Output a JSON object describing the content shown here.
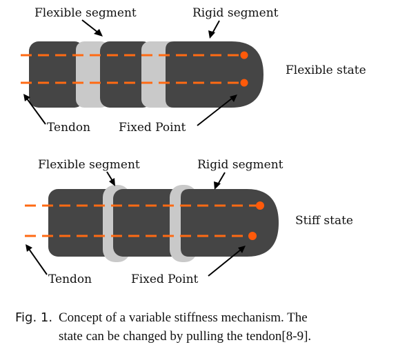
{
  "top_panel": {
    "flexible_segment_label": "Flexible segment",
    "rigid_segment_label": "Rigid segment",
    "state_label": "Flexible state",
    "tendon_label": "Tendon",
    "fixed_point_label": "Fixed Point"
  },
  "bottom_panel": {
    "flexible_segment_label": "Flexible segment",
    "rigid_segment_label": "Rigid segment",
    "state_label": "Stiff state",
    "tendon_label": "Tendon",
    "fixed_point_label": "Fixed Point"
  },
  "caption": {
    "fig_label": "Fig. 1.",
    "line1": "Concept of a variable stiffness mechanism. The",
    "line2": "state can be changed by pulling the tendon[8-9]."
  },
  "colors": {
    "rigid_segment": "#454545",
    "flexible_segment": "#c9c9c9",
    "tendon": "#ff6a13",
    "fixed_point": "#ff5a0a"
  }
}
